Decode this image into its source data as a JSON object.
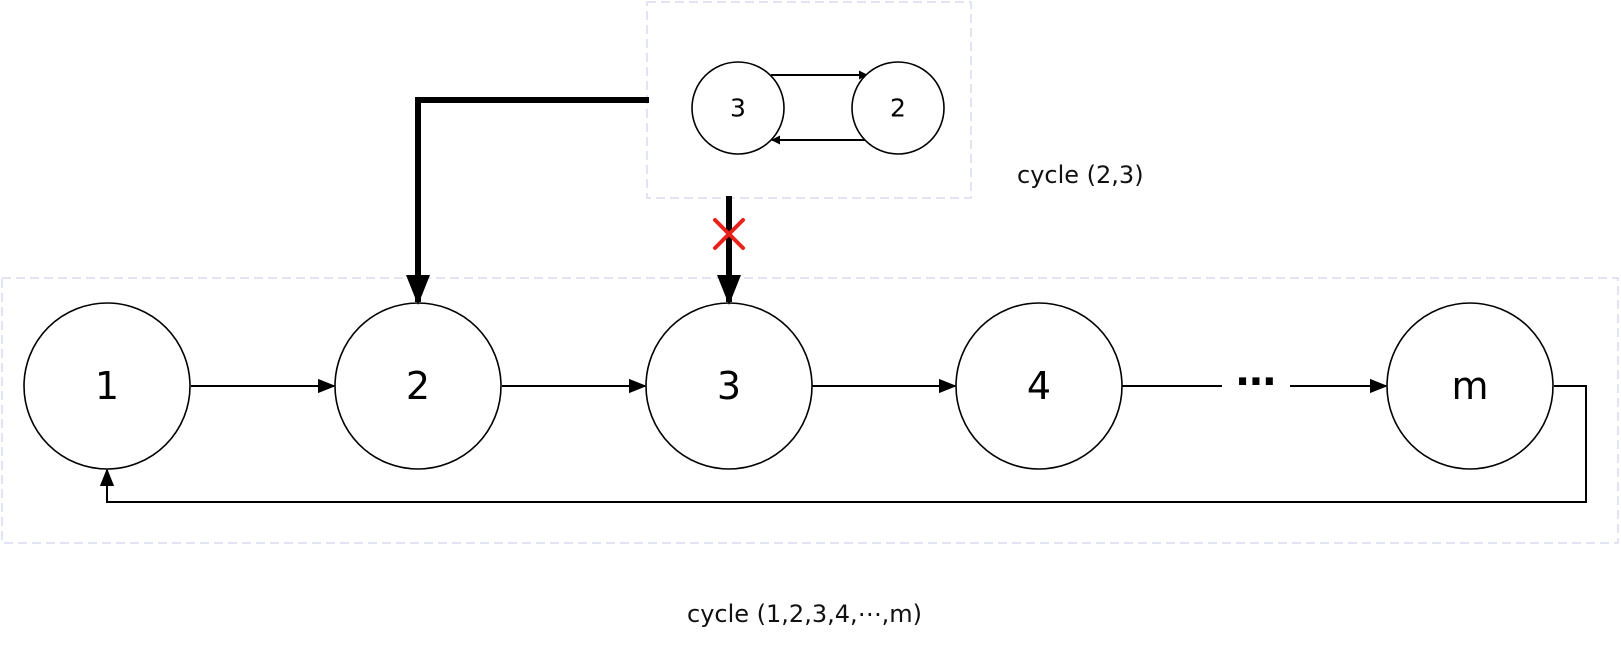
{
  "main_cycle": {
    "nodes": [
      "1",
      "2",
      "3",
      "4",
      "m"
    ],
    "ellipsis": "⋯",
    "caption": "cycle (1,2,3,4,⋯,m)"
  },
  "sub_cycle": {
    "nodes": [
      "3",
      "2"
    ],
    "caption": "cycle (2,3)"
  },
  "colors": {
    "stroke": "#000000",
    "frame": "#d8dcf0",
    "blocked": "#e8211a"
  }
}
